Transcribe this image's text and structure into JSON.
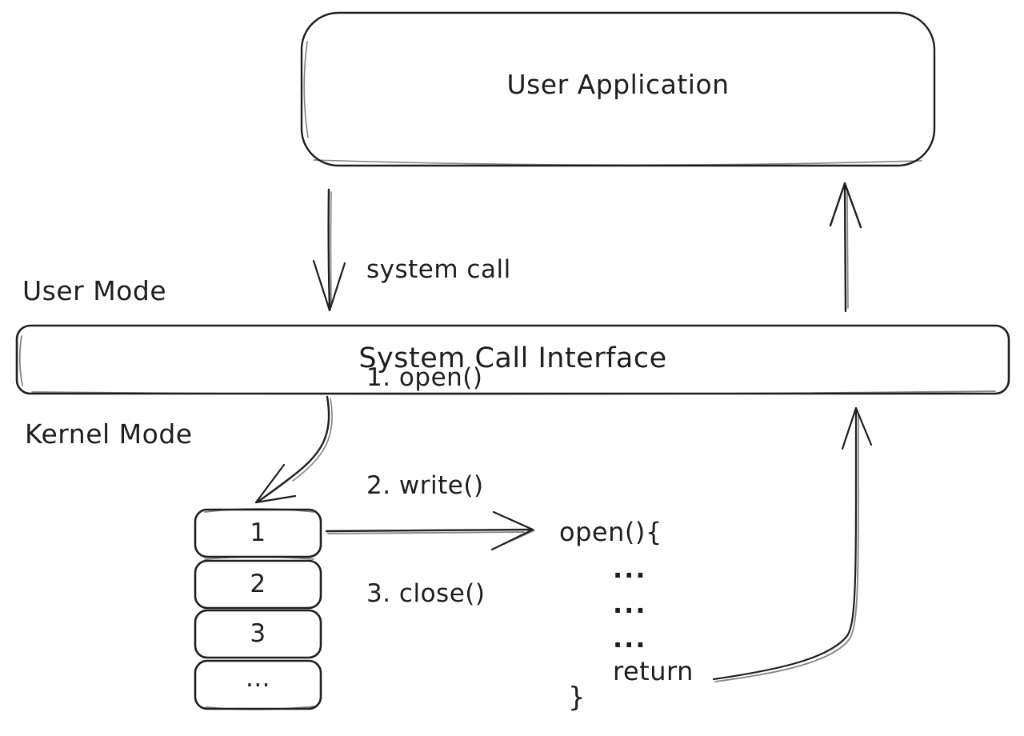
{
  "diagram": {
    "user_application_label": "User Application",
    "system_call_annotation": {
      "title": "system call",
      "steps": [
        "1. open()",
        "2. write()",
        "3. close()"
      ]
    },
    "mode_labels": {
      "user": "User Mode",
      "kernel": "Kernel Mode"
    },
    "system_call_interface_label": "System Call Interface",
    "syscall_table_rows": [
      "1",
      "2",
      "3",
      "..."
    ],
    "kernel_function": {
      "open_signature": "open(){",
      "body_lines": [
        "...",
        "...",
        "..."
      ],
      "return_label": "return",
      "close_brace": "}"
    },
    "colors": {
      "stroke": "#1e1e1e",
      "hatch": "#f5b8b8",
      "background": "#ffffff"
    }
  }
}
